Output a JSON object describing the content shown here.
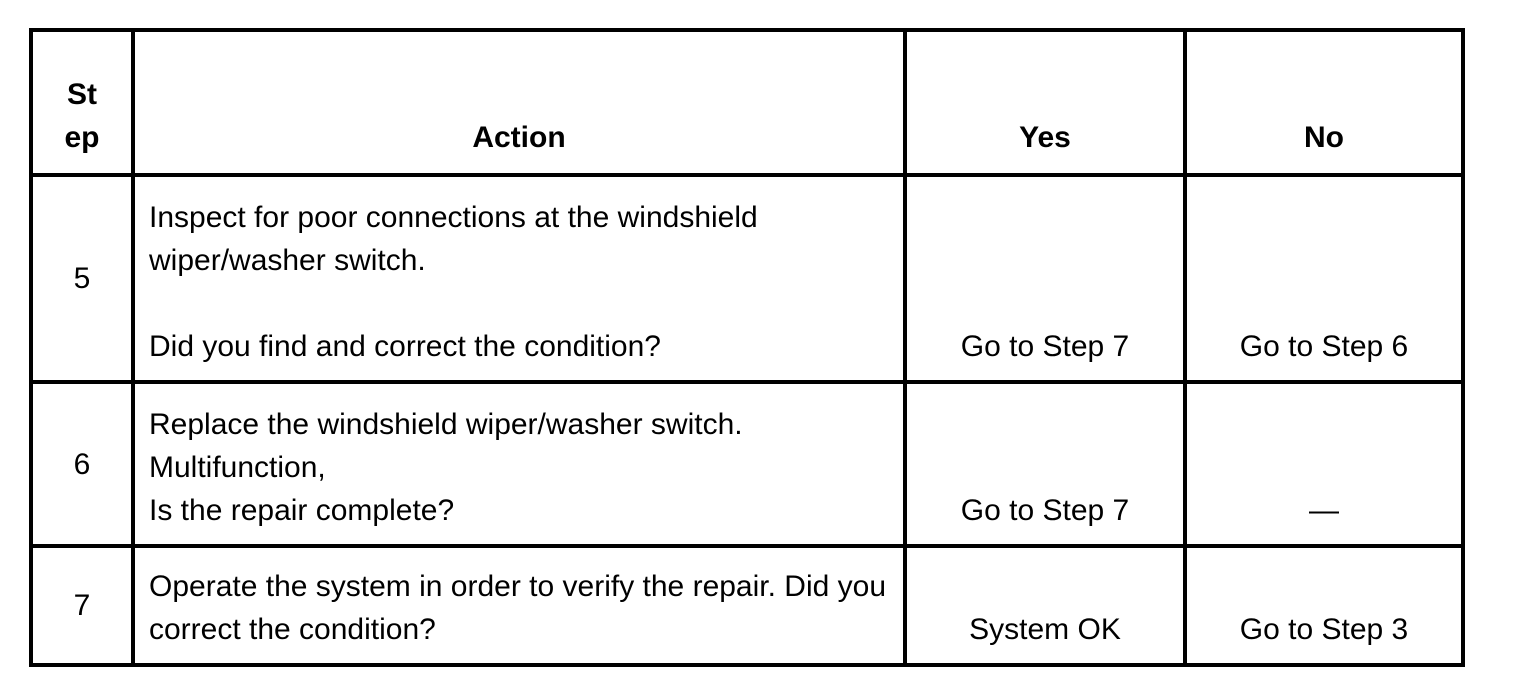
{
  "document": {
    "type": "diagnostic-step-table",
    "colors": {
      "border": "#000000",
      "text": "#000000",
      "background": "#ffffff"
    },
    "table": {
      "headers": {
        "step_lines": [
          "St",
          "ep"
        ],
        "action": "Action",
        "yes": "Yes",
        "no": "No"
      },
      "rows": [
        {
          "step": "5",
          "action_lines": [
            "Inspect for poor connections at the windshield",
            "wiper/washer switch.",
            "",
            "Did you find and correct the condition?"
          ],
          "yes": "Go to Step 7",
          "no": "Go to Step 6"
        },
        {
          "step": "6",
          "action_lines": [
            "Replace the windshield wiper/washer switch.",
            "Multifunction,",
            "Is the repair complete?"
          ],
          "yes": "Go to Step 7",
          "no": "—"
        },
        {
          "step": "7",
          "action_lines": [
            "Operate the system in order to verify the repair. Did you",
            "correct the condition?"
          ],
          "yes": "System OK",
          "no": "Go to Step 3"
        }
      ]
    }
  }
}
